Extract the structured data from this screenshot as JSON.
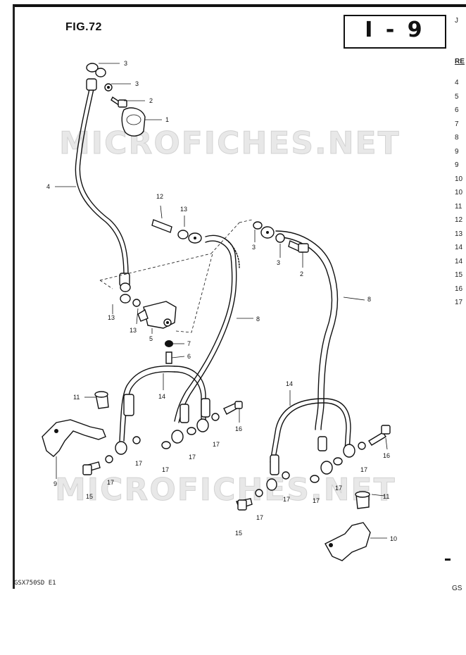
{
  "header": {
    "fig_label": "FIG.72",
    "page_code": "I - 9"
  },
  "footer": {
    "model_code": "GSX750SD E1",
    "right_code": "GS"
  },
  "watermark": {
    "text_top": "MICROFICHES.NET",
    "text_bottom": "MICROFICHES.NET"
  },
  "right_column": {
    "top_letter": "J",
    "header_abbrev": "RE",
    "rows": [
      "4",
      "5",
      "6",
      "7",
      "8",
      "9",
      "9",
      "10",
      "10",
      "11",
      "12",
      "13",
      "14",
      "14",
      "15",
      "16",
      "17"
    ]
  },
  "callouts": [
    {
      "id": "c3a",
      "text": "3"
    },
    {
      "id": "c3b",
      "text": "3"
    },
    {
      "id": "c2a",
      "text": "2"
    },
    {
      "id": "c1",
      "text": "1"
    },
    {
      "id": "c4",
      "text": "4"
    },
    {
      "id": "c12",
      "text": "12"
    },
    {
      "id": "c13a",
      "text": "13"
    },
    {
      "id": "c3c",
      "text": "3"
    },
    {
      "id": "c3d",
      "text": "3"
    },
    {
      "id": "c2b",
      "text": "2"
    },
    {
      "id": "c8a",
      "text": "8"
    },
    {
      "id": "c8b",
      "text": "8"
    },
    {
      "id": "c13b",
      "text": "13"
    },
    {
      "id": "c13c",
      "text": "13"
    },
    {
      "id": "c5",
      "text": "5"
    },
    {
      "id": "c7",
      "text": "7"
    },
    {
      "id": "c6",
      "text": "6"
    },
    {
      "id": "c14a",
      "text": "14"
    },
    {
      "id": "c14b",
      "text": "14"
    },
    {
      "id": "c11a",
      "text": "11"
    },
    {
      "id": "c16a",
      "text": "16"
    },
    {
      "id": "c16b",
      "text": "16"
    },
    {
      "id": "c17a",
      "text": "17"
    },
    {
      "id": "c17b",
      "text": "17"
    },
    {
      "id": "c17c",
      "text": "17"
    },
    {
      "id": "c17d",
      "text": "17"
    },
    {
      "id": "c17e",
      "text": "17"
    },
    {
      "id": "c17f",
      "text": "17"
    },
    {
      "id": "c17g",
      "text": "17"
    },
    {
      "id": "c17h",
      "text": "17"
    },
    {
      "id": "c17i",
      "text": "17"
    },
    {
      "id": "c17j",
      "text": "17"
    },
    {
      "id": "c9",
      "text": "9"
    },
    {
      "id": "c15a",
      "text": "15"
    },
    {
      "id": "c15b",
      "text": "15"
    },
    {
      "id": "c11b",
      "text": "11"
    },
    {
      "id": "c10",
      "text": "10"
    }
  ]
}
